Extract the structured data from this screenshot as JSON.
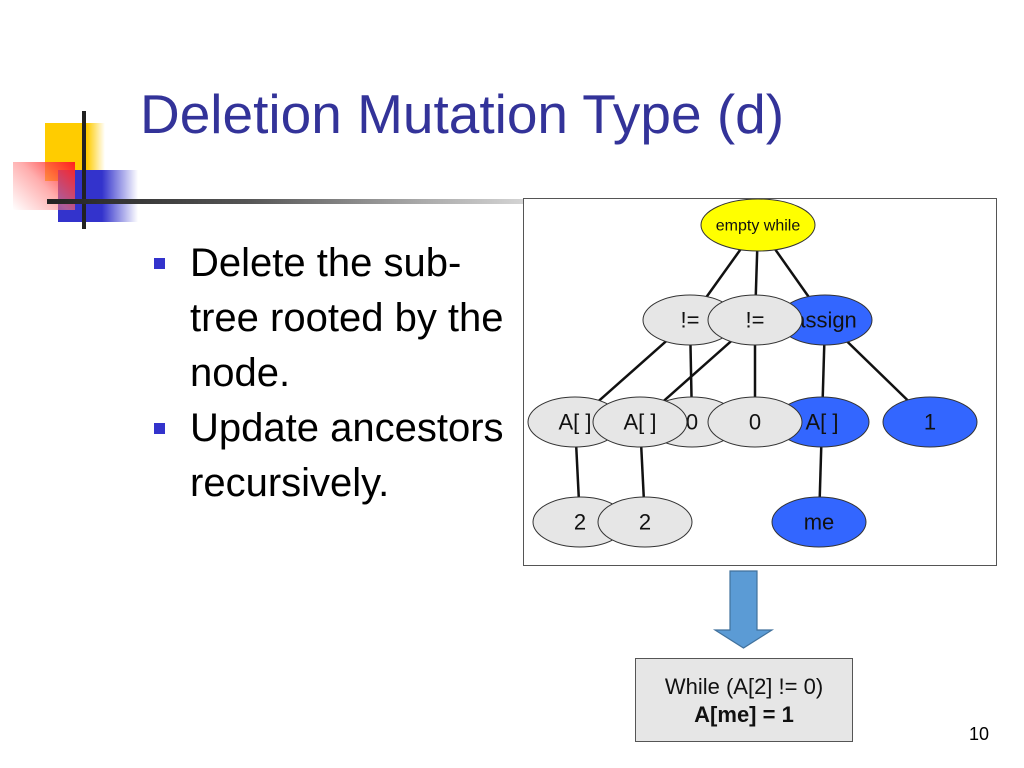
{
  "title": "Deletion Mutation Type (d)",
  "bullets": [
    "Delete the sub-tree rooted by the node.",
    "Update ancestors recursively."
  ],
  "tree": {
    "nodes": [
      {
        "id": "root",
        "label": "empty while",
        "fill": "#ffff00"
      },
      {
        "id": "neq1",
        "label": "!=",
        "fill": "#e6e6e6"
      },
      {
        "id": "assign",
        "label": "assign",
        "fill": "#3366ff"
      },
      {
        "id": "neq2",
        "label": "!=",
        "fill": "#e6e6e6"
      },
      {
        "id": "ablue",
        "label": "A[ ]",
        "fill": "#3366ff"
      },
      {
        "id": "one",
        "label": "1",
        "fill": "#3366ff"
      },
      {
        "id": "zero1",
        "label": "0",
        "fill": "#e6e6e6"
      },
      {
        "id": "arr1",
        "label": "A[ ]",
        "fill": "#e6e6e6"
      },
      {
        "id": "arr2",
        "label": "A[ ]",
        "fill": "#e6e6e6"
      },
      {
        "id": "zero2",
        "label": "0",
        "fill": "#e6e6e6"
      },
      {
        "id": "two1",
        "label": "2",
        "fill": "#e6e6e6"
      },
      {
        "id": "two2",
        "label": "2",
        "fill": "#e6e6e6"
      },
      {
        "id": "me",
        "label": "me",
        "fill": "#3366ff"
      }
    ],
    "edges": [
      [
        "root",
        "neq1"
      ],
      [
        "root",
        "neq2"
      ],
      [
        "root",
        "assign"
      ],
      [
        "neq1",
        "arr1"
      ],
      [
        "neq1",
        "zero1"
      ],
      [
        "neq2",
        "arr2"
      ],
      [
        "neq2",
        "zero2"
      ],
      [
        "assign",
        "ablue"
      ],
      [
        "assign",
        "one"
      ],
      [
        "arr1",
        "two1"
      ],
      [
        "arr2",
        "two2"
      ],
      [
        "ablue",
        "me"
      ]
    ]
  },
  "arrow_color": "#5b9bd5",
  "result": {
    "line1": "While (A[2] != 0)",
    "line2": "A[me] = 1"
  },
  "page_number": "10"
}
